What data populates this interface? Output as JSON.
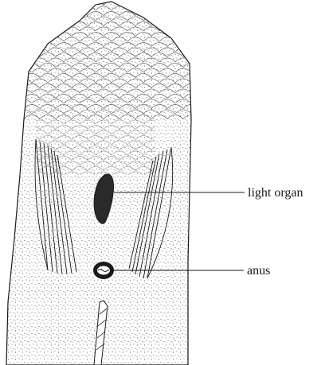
{
  "diagram": {
    "subject": "ventral view of fish body with light organ",
    "labels": {
      "light_organ": "light organ",
      "anus": "anus"
    },
    "colors": {
      "ink": "#1a1a1a",
      "paper": "#ffffff",
      "organ_fill": "#2a2a2a"
    }
  }
}
